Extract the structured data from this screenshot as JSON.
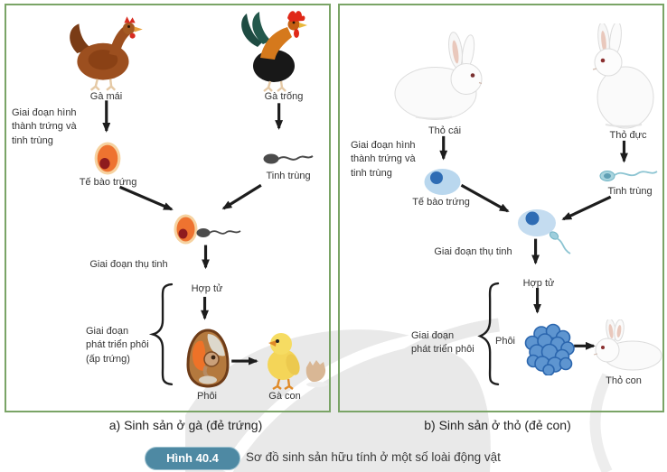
{
  "figure": {
    "badge": "Hình 40.4",
    "caption": "Sơ đồ sinh sản hữu tính ở một số loài động vật"
  },
  "panel_a": {
    "caption": "a) Sinh sản ở gà (đẻ trứng)",
    "parent_female": "Gà mái",
    "parent_male": "Gà trống",
    "stage_formation": "Giai đoạn hình\nthành trứng và\ntinh trùng",
    "egg_cell": "Tế bào trứng",
    "sperm": "Tinh trùng",
    "stage_fertilization": "Giai đoạn thụ tinh",
    "zygote": "Hợp tử",
    "stage_embryo": "Giai đoạn\nphát triển phôi\n(ấp trứng)",
    "embryo": "Phôi",
    "offspring": "Gà con"
  },
  "panel_b": {
    "caption": "b) Sinh sản ở thỏ (đẻ con)",
    "parent_female": "Thỏ cái",
    "parent_male": "Thỏ đực",
    "stage_formation": "Giai đoạn hình\nthành trứng và\ntinh trùng",
    "egg_cell": "Tế bào trứng",
    "sperm": "Tinh trùng",
    "stage_fertilization": "Giai đoạn thụ tinh",
    "zygote": "Hợp tử",
    "stage_embryo": "Giai đoạn\nphát triển phôi",
    "embryo": "Phôi",
    "offspring": "Thỏ con"
  },
  "colors": {
    "panel_border": "#7aa466",
    "badge_bg": "#4e89a3",
    "arrow": "#1d1d1d",
    "chicken_egg": "#ee7330",
    "chicken_egg_nucleus": "#8e1b1e",
    "chicken_sperm": "#4b4b4b",
    "rabbit_cell": "#b9d7ee",
    "rabbit_nucleus": "#2e6cb4",
    "morula": "#5e95d0",
    "watermark": "#e8e8e8"
  }
}
